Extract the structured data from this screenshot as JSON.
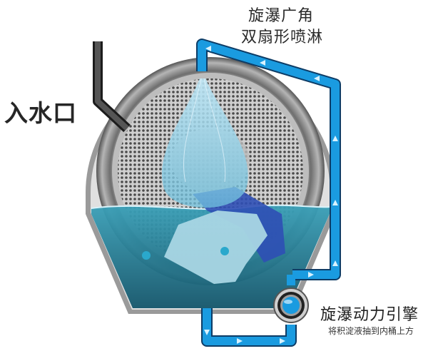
{
  "labels": {
    "inlet": "入水口",
    "spray_line1": "旋瀑广角",
    "spray_line2": "双扇形喷淋",
    "engine_title": "旋瀑动力引擎",
    "engine_subtitle": "将积淀液抽到内桶上方"
  },
  "colors": {
    "pipe_blue": "#1a9be0",
    "pipe_outline": "#0d3c66",
    "water_dark": "#1d6f86",
    "water_light": "#5fb7cc",
    "drum_gray": "#8a8a8a",
    "spray_blue": "#8fd0ea",
    "inlet_pipe": "#3a3a3a",
    "text": "#2b2b2b"
  },
  "flow_arrows": {
    "top_pipe": "left",
    "right_pipe": "up",
    "bottom_pipe": "right",
    "drain_pipe": "down"
  }
}
